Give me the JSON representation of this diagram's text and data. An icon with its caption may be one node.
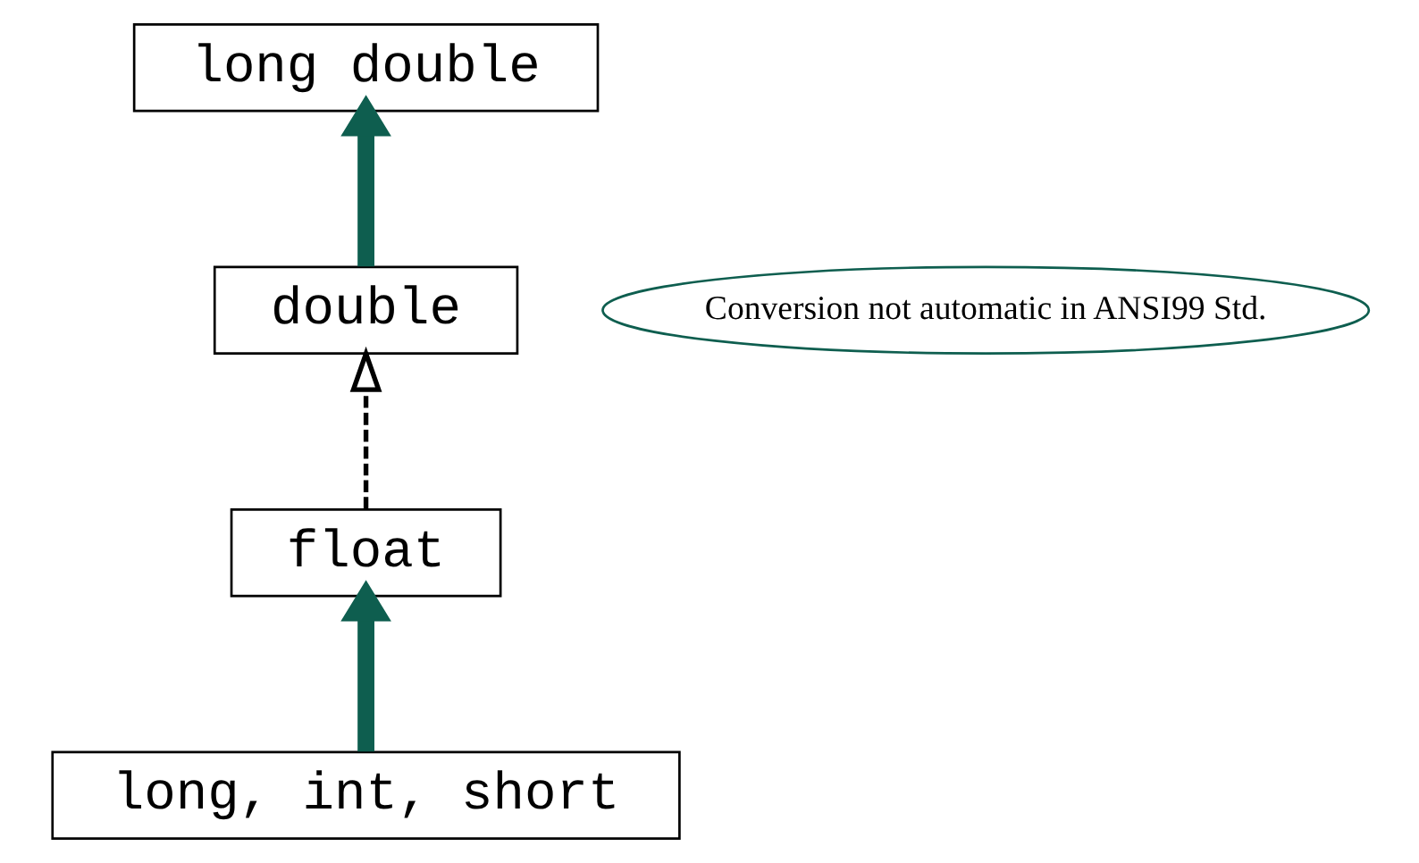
{
  "diagram": {
    "nodes": [
      {
        "text": [
          "long double"
        ]
      },
      {
        "text": [
          "double"
        ]
      },
      {
        "text": [
          "float"
        ]
      },
      {
        "text": [
          "long, int, short"
        ]
      },
      {
        "text": [
          "Conversion not automatic in ANSI99 Std."
        ]
      }
    ],
    "edges": [
      {
        "from": 3,
        "to": 2,
        "arrow": "to"
      },
      {
        "from": 2,
        "to": 1,
        "arrow": "to",
        "style": "dashed",
        "color": "#000000"
      },
      {
        "from": 1,
        "to": 0,
        "arrow": "to"
      }
    ]
  }
}
